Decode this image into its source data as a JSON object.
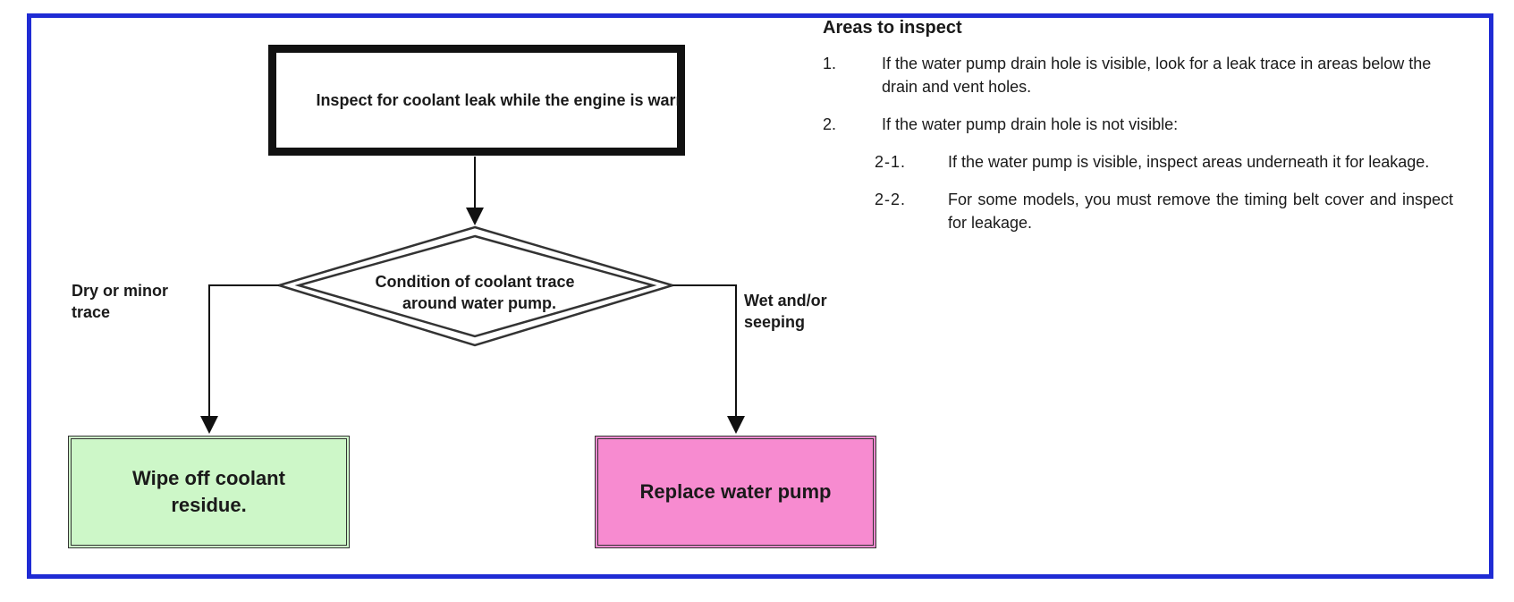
{
  "colors": {
    "frame_border": "#1f2bd4",
    "end_left_fill": "#cdf7c8",
    "end_right_fill": "#f78bd0"
  },
  "flowchart": {
    "start_box": "Inspect for coolant leak while the engine is warm.",
    "decision": [
      "Condition of coolant trace",
      "around water pump."
    ],
    "branch_left_label": [
      "Dry or minor",
      "trace"
    ],
    "branch_right_label": [
      "Wet and/or",
      "seeping"
    ],
    "end_left": [
      "Wipe off coolant",
      "residue."
    ],
    "end_right": "Replace water pump"
  },
  "areas": {
    "heading": "Areas to inspect",
    "steps": [
      {
        "num": "1.",
        "text": "If the water pump drain hole is visible, look for a leak trace in areas below the drain and vent holes."
      },
      {
        "num": "2.",
        "text": "If the water pump drain hole is not visible:"
      }
    ],
    "substeps": [
      {
        "num": "2-1.",
        "text": "If the water pump is visible, inspect areas underneath it for leakage."
      },
      {
        "num": "2-2.",
        "text": "For some models, you must remove the timing belt cover and inspect for leakage."
      }
    ]
  }
}
